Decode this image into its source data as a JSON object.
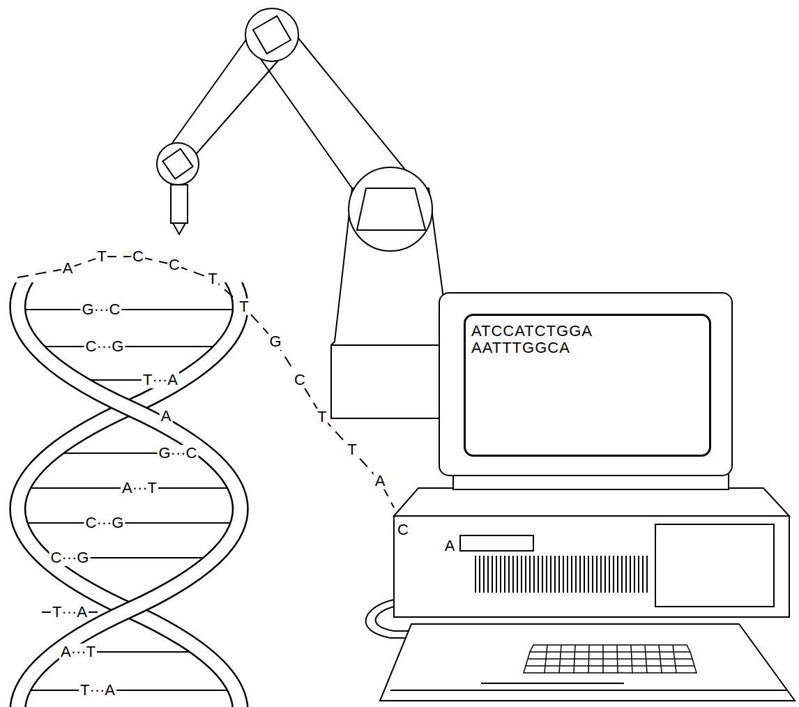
{
  "diagram": {
    "nodes": [
      {
        "text": [
          "ATCCATCTGGA AATTTGGCA"
        ]
      }
    ],
    "labels": [
      "A",
      "T",
      "C",
      "C",
      "T",
      "T",
      "G",
      "C",
      "T",
      "T",
      "A",
      "C",
      "A",
      "G···C",
      "C···G",
      "T···A",
      "A",
      "G···C",
      "A···T",
      "C···G",
      "C···G",
      "T···A",
      "A···T",
      "T···A"
    ]
  }
}
